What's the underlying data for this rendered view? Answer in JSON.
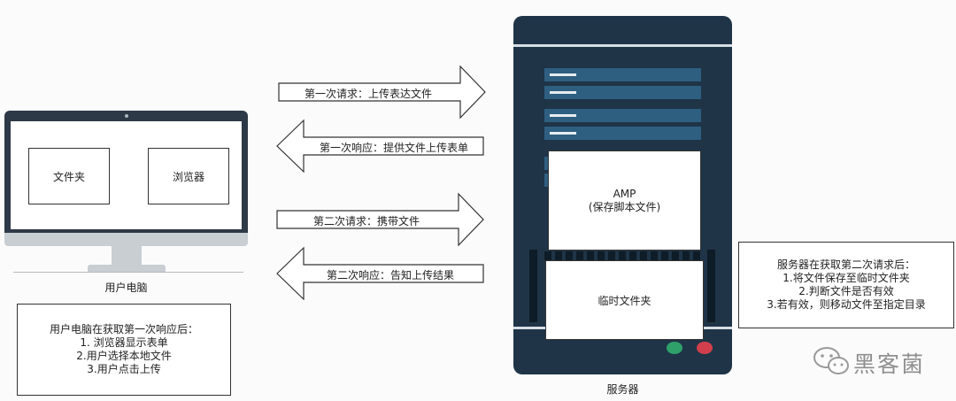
{
  "pc": {
    "folder_label": "文件夹",
    "browser_label": "浏览器",
    "caption": "用户电脑"
  },
  "arrows": [
    {
      "label": "第一次请求：上传表达文件",
      "direction": "right"
    },
    {
      "label": "第一次响应：提供文件上传表单",
      "direction": "left"
    },
    {
      "label": "第二次请求：携带文件",
      "direction": "right"
    },
    {
      "label": "第二次响应：告知上传结果",
      "direction": "left"
    }
  ],
  "server": {
    "amp_title": "AMP",
    "amp_subtitle": "(保存脚本文件)",
    "temp_folder": "临时文件夹",
    "caption": "服务器"
  },
  "client_note": {
    "lines": [
      "用户电脑在获取第一次响应后：",
      "1. 浏览器显示表单",
      "2.用户选择本地文件",
      "3.用户点击上传"
    ]
  },
  "server_note": {
    "lines": [
      "服务器在获取第二次请求后：",
      "1.将文件保存至临时文件夹",
      "2.判断文件是否有效",
      "3.若有效，则移动文件至指定目录"
    ]
  },
  "watermark": {
    "text": "黑客菌",
    "icon": "wechat-icon"
  },
  "colors": {
    "server_body": "#1f3447",
    "server_slot": "#2e5f80",
    "monitor_frame": "#2d3946",
    "stand": "#c9ced3",
    "led_green": "#2fa06a",
    "led_red": "#d23f4c"
  }
}
